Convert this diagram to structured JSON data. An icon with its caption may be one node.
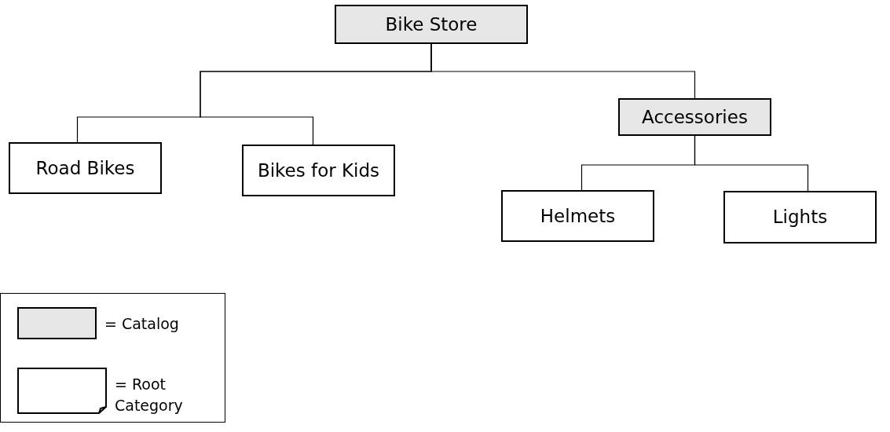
{
  "diagram": {
    "nodes": [
      {
        "text": [
          "Bike Store"
        ]
      },
      {
        "text": [
          "Road Bikes"
        ]
      },
      {
        "text": [
          "Bikes for Kids"
        ]
      },
      {
        "text": [
          "Accessories"
        ]
      },
      {
        "text": [
          "Helmets"
        ]
      },
      {
        "text": [
          "Lights"
        ]
      }
    ],
    "edges": [
      {
        "from": 0,
        "to": 1,
        "arrow": "none"
      },
      {
        "from": 0,
        "to": 2,
        "arrow": "none"
      },
      {
        "from": 0,
        "to": 3,
        "arrow": "none"
      },
      {
        "from": 3,
        "to": 4,
        "arrow": "none"
      },
      {
        "from": 3,
        "to": 5,
        "arrow": "none"
      }
    ],
    "legend": [
      {
        "text": "= Catalog",
        "color": "#e6e6e6"
      },
      {
        "text": "= Root Category"
      }
    ]
  }
}
